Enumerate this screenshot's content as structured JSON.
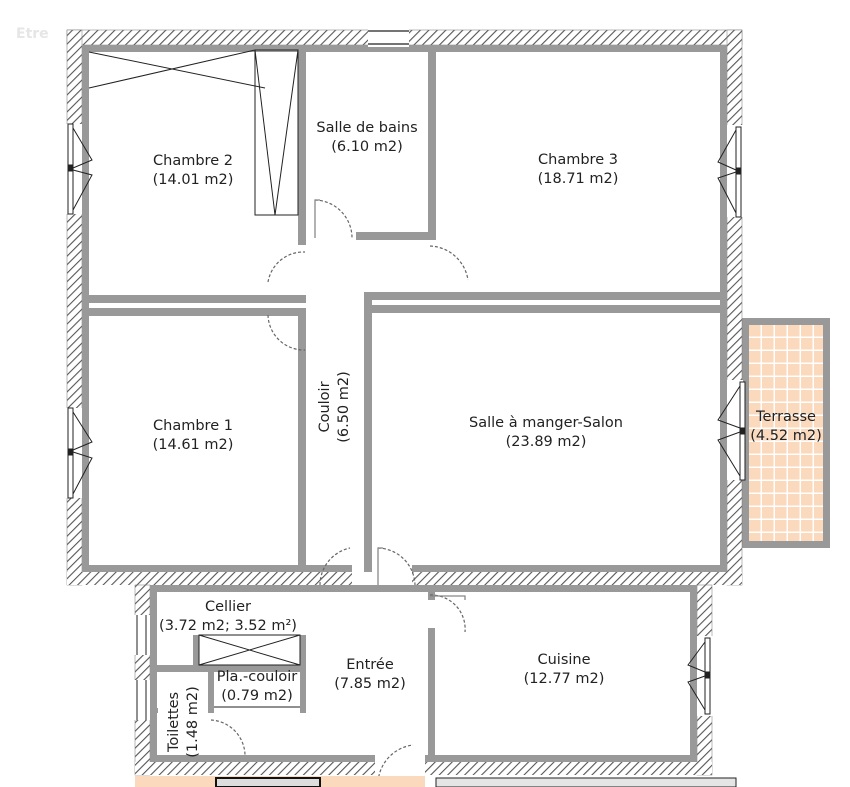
{
  "watermark": "Etre",
  "colors": {
    "wall_outer": "#8f8f8f",
    "wall_inner": "#999999",
    "terrace_fill": "#fbd9bd",
    "terrace_grid": "#ffffff",
    "text": "#222222"
  },
  "rooms": {
    "chambre2": {
      "name": "Chambre 2",
      "area": "(14.01 m2)"
    },
    "salle_de_bains": {
      "name": "Salle de bains",
      "area": "(6.10 m2)"
    },
    "chambre3": {
      "name": "Chambre 3",
      "area": "(18.71 m2)"
    },
    "chambre1": {
      "name": "Chambre 1",
      "area": "(14.61 m2)"
    },
    "couloir": {
      "name": "Couloir",
      "area": "(6.50 m2)"
    },
    "salon": {
      "name": "Salle à manger-Salon",
      "area": "(23.89 m2)"
    },
    "terrasse": {
      "name": "Terrasse",
      "area": "(4.52 m2)"
    },
    "cellier": {
      "name": "Cellier",
      "area": "(3.72 m2; 3.52 m²)"
    },
    "entree": {
      "name": "Entrée",
      "area": "(7.85 m2)"
    },
    "cuisine": {
      "name": "Cuisine",
      "area": "(12.77 m2)"
    },
    "placard_couloir": {
      "name": "Pla.-couloir",
      "area": "(0.79 m2)"
    },
    "toilettes": {
      "name": "Toilettes",
      "area": "(1.48 m2)"
    }
  }
}
